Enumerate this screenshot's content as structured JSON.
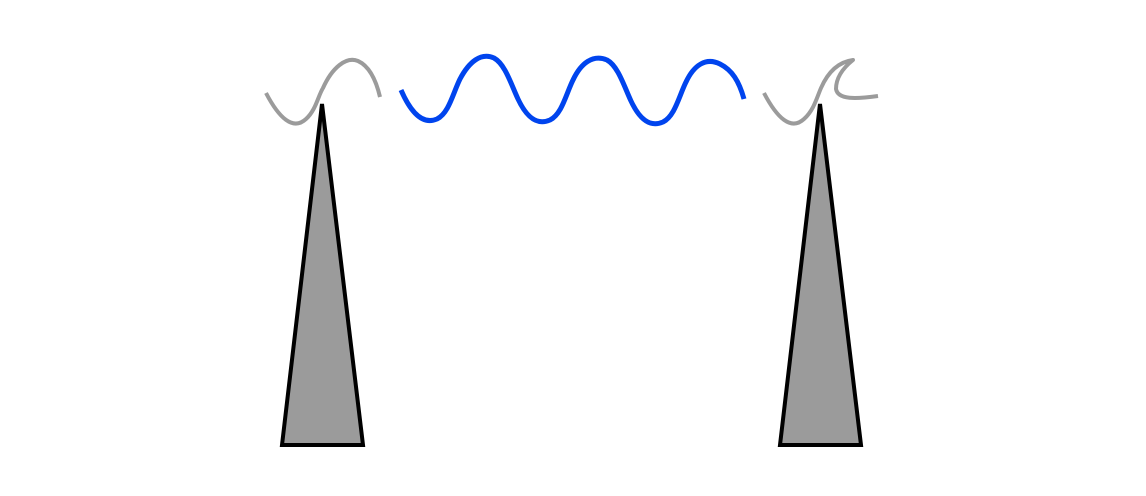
{
  "diagram": {
    "colors": {
      "background": "#ffffff",
      "tower_fill": "#9b9b9b",
      "tower_stroke": "#000000",
      "antenna_wave": "#9b9b9b",
      "signal_wave": "#0044ee"
    },
    "elements": [
      {
        "name": "left-antenna-tower",
        "kind": "tower"
      },
      {
        "name": "right-antenna-tower",
        "kind": "tower"
      },
      {
        "name": "left-antenna-wave",
        "kind": "wave",
        "color_key": "antenna_wave"
      },
      {
        "name": "right-antenna-wave",
        "kind": "wave",
        "color_key": "antenna_wave"
      },
      {
        "name": "transmitted-signal-wave",
        "kind": "wave",
        "color_key": "signal_wave"
      }
    ]
  }
}
